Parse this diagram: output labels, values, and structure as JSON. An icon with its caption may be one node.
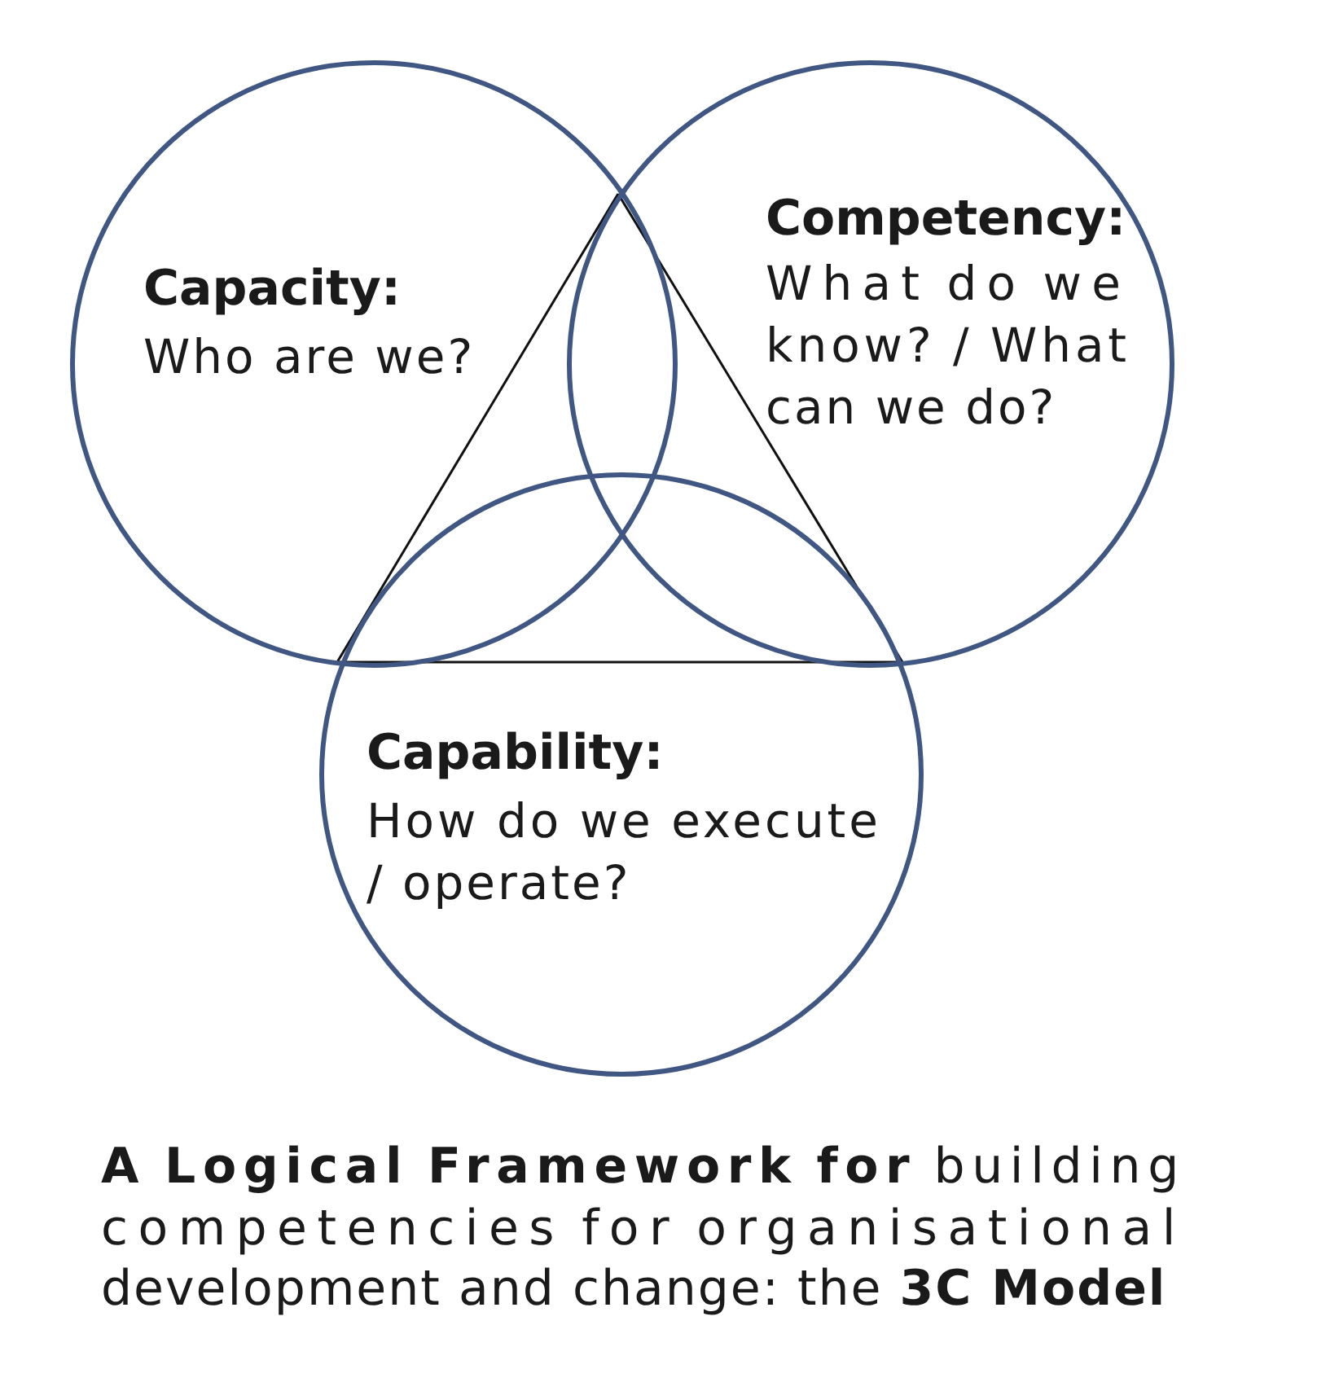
{
  "diagram": {
    "caption": "**A Logical Framework for** building competencies for organisational development and change: the **3C Model**",
    "nodes": [
      {
        "text": [
          "Capacity:",
          "Who are we?"
        ]
      },
      {
        "text": [
          "Competency:",
          "What do we know? / What can we do?"
        ]
      },
      {
        "text": [
          "Capability:",
          "How do we execute / operate?"
        ]
      },
      {
        "text": [],
        "shape": "triangle"
      }
    ]
  }
}
